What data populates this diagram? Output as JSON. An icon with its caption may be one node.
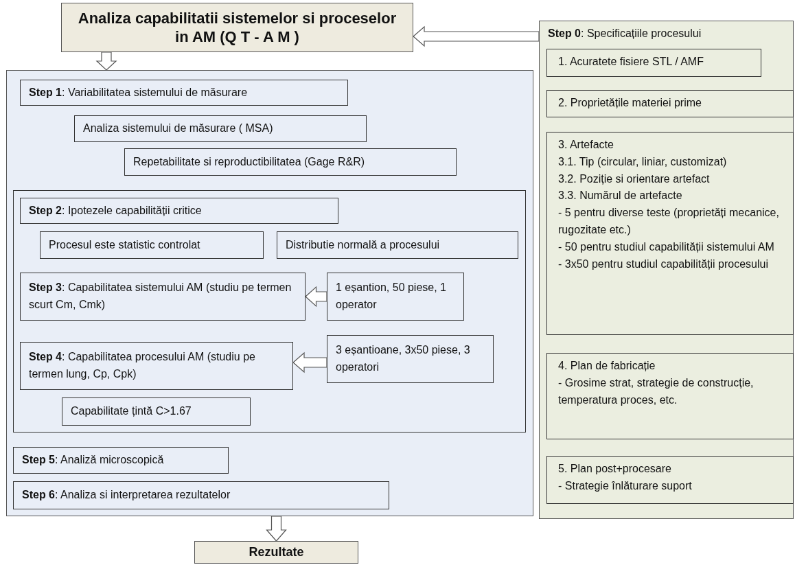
{
  "diagram": {
    "nodes": [
      {
        "text": [
          "Analiza capabilitatii sistemelor si proceselor in AM (Q T - A M )"
        ]
      },
      {
        "text": [],
        "shape": "box"
      },
      {
        "text": [
          "**Step 1**: Variabilitatea sistemului de măsurare"
        ],
        "in": 1
      },
      {
        "text": [
          "Analiza sistemului de măsurare ( MSA)"
        ],
        "in": 1
      },
      {
        "text": [
          "Repetabilitate si reproductibilitatea (Gage R&R)"
        ],
        "in": 1
      },
      {
        "text": [],
        "shape": "box",
        "in": 1
      },
      {
        "text": [
          "**Step 2**: Ipotezele capabilității critice"
        ],
        "in": 5
      },
      {
        "text": [
          "Procesul este statistic controlat"
        ],
        "in": 5
      },
      {
        "text": [
          "Distributie normală a procesului"
        ],
        "in": 5
      },
      {
        "text": [
          "**Step 3**: Capabilitatea sistemului AM (studiu pe termen scurt Cm, Cmk)"
        ],
        "in": 5
      },
      {
        "text": [
          "1 eșantion, 50 piese, 1 operator"
        ],
        "in": 5
      },
      {
        "text": [
          "**Step 4**: Capabilitatea procesului AM (studiu pe termen lung, Cp, Cpk)"
        ],
        "in": 5
      },
      {
        "text": [
          "3 eșantioane, 3x50 piese, 3 operatori"
        ],
        "in": 5
      },
      {
        "text": [
          "Capabilitate țintă C>1.67"
        ],
        "in": 5
      },
      {
        "text": [
          "**Step 5**: Analiză microscopică"
        ],
        "in": 1
      },
      {
        "text": [
          "**Step 6**: Analiza si interpretarea rezultatelor"
        ],
        "in": 1
      },
      {
        "text": [
          "Rezultate"
        ]
      },
      {
        "text": [
          "**Step 0**: Specificațiile procesului"
        ]
      },
      {
        "text": [
          "1. Acuratete fisiere STL / AMF"
        ],
        "in": 17
      },
      {
        "text": [
          "2. Proprietățile materiei prime"
        ],
        "in": 17
      },
      {
        "text": [
          "3. Artefacte",
          "3.1. Tip (circular, liniar, customizat)",
          "3.2. Poziție si orientare artefact",
          "3.3. Numărul de artefacte",
          "- 5 pentru diverse teste (proprietăți mecanice, rugozitate etc.)",
          "- 50 pentru studiul capabilității sistemului AM",
          "- 3x50 pentru studiul capabilității procesului"
        ],
        "in": 17
      },
      {
        "text": [
          "4. Plan de fabricație",
          "- Grosime strat, strategie de construcție, temperatura proces, etc."
        ],
        "in": 17
      },
      {
        "text": [
          "5. Plan post+procesare",
          "- Strategie înlăturare suport"
        ],
        "in": 17
      }
    ],
    "edges": [
      {
        "from": 17,
        "to": 0,
        "arrow": "to"
      },
      {
        "from": 0,
        "to": 1,
        "arrow": "to"
      },
      {
        "from": 10,
        "to": 9,
        "arrow": "to"
      },
      {
        "from": 12,
        "to": 11,
        "arrow": "to"
      },
      {
        "from": 1,
        "to": 16,
        "arrow": "to"
      }
    ]
  }
}
